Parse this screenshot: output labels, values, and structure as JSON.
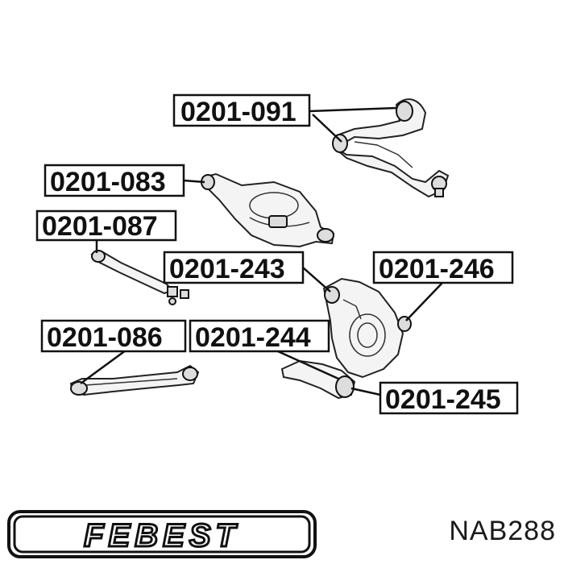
{
  "callouts": [
    {
      "id": "c1",
      "label": "0201-091"
    },
    {
      "id": "c2",
      "label": "0201-083"
    },
    {
      "id": "c3",
      "label": "0201-087"
    },
    {
      "id": "c4",
      "label": "0201-243"
    },
    {
      "id": "c5",
      "label": "0201-246"
    },
    {
      "id": "c6",
      "label": "0201-086"
    },
    {
      "id": "c7",
      "label": "0201-244"
    },
    {
      "id": "c8",
      "label": "0201-245"
    }
  ],
  "brand": {
    "logo_text": "FEBEST",
    "logo_icon": "febest-logo"
  },
  "article_code": "NAB288",
  "colors": {
    "ink": "#111111",
    "background": "#ffffff"
  }
}
